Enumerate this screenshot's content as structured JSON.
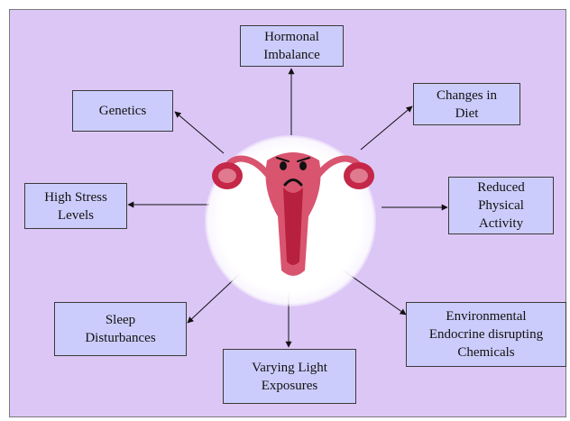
{
  "diagram": {
    "center_icon": "uterus-icon",
    "colors": {
      "background": "#dcc6f6",
      "box_fill": "#ccccfc",
      "uterus": "#d9546f",
      "uterus_dark": "#b8203f",
      "ovary": "#c42747"
    },
    "factors": {
      "hormonal": "Hormonal\nImbalance",
      "genetics": "Genetics",
      "diet": "Changes in\nDiet",
      "stress": "High Stress\nLevels",
      "activity": "Reduced\nPhysical\nActivity",
      "sleep": "Sleep\nDisturbances",
      "light": "Varying Light\nExposures",
      "endocrine": "Environmental\nEndocrine disrupting\nChemicals"
    }
  }
}
